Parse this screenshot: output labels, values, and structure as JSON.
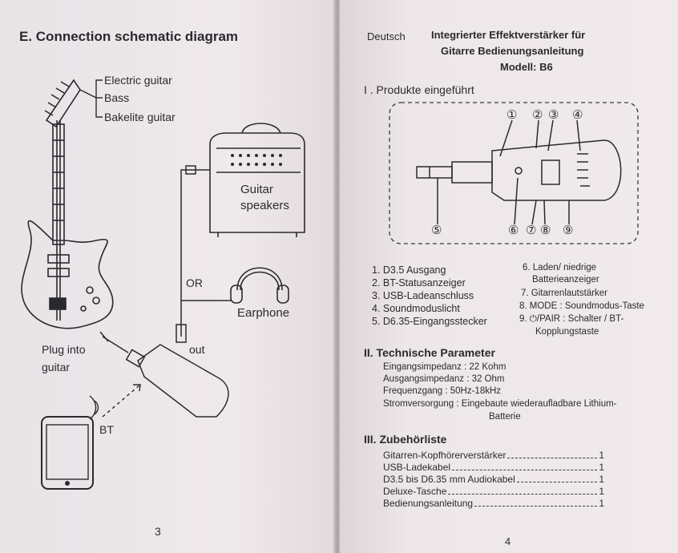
{
  "left": {
    "heading": "E. Connection schematic diagram",
    "instrument_list": [
      "Electric guitar",
      "Bass",
      "Bakelite guitar"
    ],
    "speakers": [
      "Guitar",
      "speakers"
    ],
    "or": "OR",
    "earphone": "Earphone",
    "plug": [
      "Plug into",
      "guitar"
    ],
    "out": "out",
    "bt": "BT",
    "page_number": "3"
  },
  "right": {
    "language": "Deutsch",
    "title": [
      "Integrierter Effektverstärker für",
      "Gitarre Bedienungsanleitung",
      "Modell: B6"
    ],
    "section1": "I . Produkte eingeführt",
    "callouts_top": [
      "①",
      "②",
      "③",
      "④"
    ],
    "callouts_bottom": [
      "⑤",
      "⑥",
      "⑦",
      "⑧",
      "⑨"
    ],
    "parts_left": [
      "1. D3.5 Ausgang",
      "2. BT-Statusanzeiger",
      "3. USB-Ladeanschluss",
      "4. Soundmoduslicht",
      "5. D6.35-Eingangsstecker"
    ],
    "parts_right": [
      "6. Laden/ niedrige",
      "Batterieanzeiger",
      "7. Gitarrenlautstärker",
      "8. MODE : Soundmodus-Taste",
      "9. ⏻/PAIR : Schalter / BT-",
      "Kopplungstaste"
    ],
    "section2": "II. Technische Parameter",
    "params": [
      "Eingangsimpedanz : 22 Kohm",
      "Ausgangsimpedanz : 32 Ohm",
      "Frequenzgang : 50Hz-18kHz",
      "Stromversorgung : Eingebaute wiederaufladbare Lithium-",
      "Batterie"
    ],
    "section3": "III. Zubehörliste",
    "accessories": [
      {
        "name": "Gitarren-Kopfhörerverstärker",
        "qty": "1"
      },
      {
        "name": "USB-Ladekabel",
        "qty": "1"
      },
      {
        "name": "D3.5 bis D6.35 mm Audiokabel",
        "qty": "1"
      },
      {
        "name": "Deluxe-Tasche",
        "qty": "1"
      },
      {
        "name": "Bedienungsanleitung",
        "qty": "1"
      }
    ],
    "page_number": "4"
  }
}
